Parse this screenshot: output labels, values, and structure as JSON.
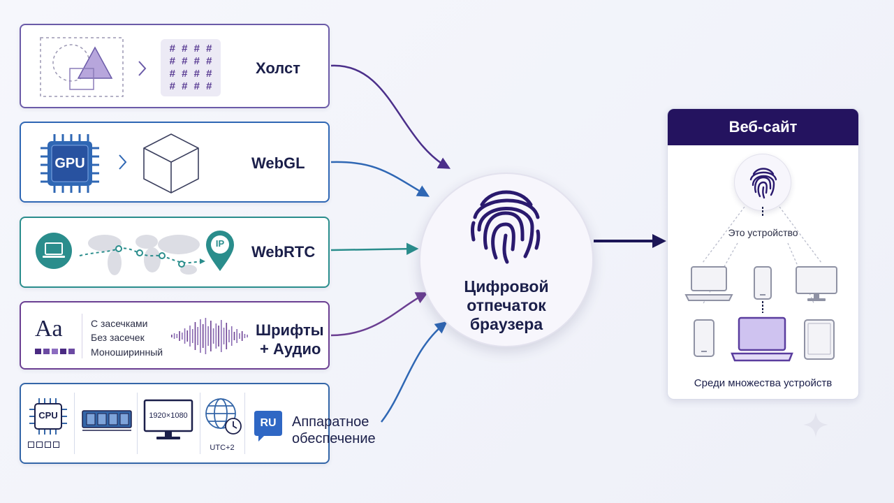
{
  "sources": {
    "canvas": {
      "label": "Холст",
      "grid_char": "#"
    },
    "webgl": {
      "label": "WebGL",
      "gpu_text": "GPU"
    },
    "webrtc": {
      "label": "WebRTC",
      "ip_text": "IP"
    },
    "fonts": {
      "label_line1": "Шрифты",
      "label_line2": "+ Аудио",
      "sample": "Aa",
      "font_list": [
        "С засечками",
        "Без засечек",
        "Моноширинный"
      ]
    },
    "hardware": {
      "label_line1": "Аппаратное",
      "label_line2": "обеспечение",
      "cpu_text": "CPU",
      "resolution": "1920×1080",
      "timezone": "UTC+2",
      "language": "RU"
    }
  },
  "center": {
    "title_lines": [
      "Цифровой",
      "отпечаток",
      "браузера"
    ]
  },
  "website": {
    "title": "Веб-сайт",
    "this_device": "Это устройство",
    "caption": "Среди множества устройств"
  },
  "colors": {
    "canvas": "#6b5ba8",
    "webgl": "#2f67b4",
    "webrtc": "#2a8d8c",
    "fonts": "#6b3f92",
    "hardware": "#3466a8",
    "header": "#24135f",
    "fingerprint": "#2a1a6e",
    "highlight": "#8b6fd6"
  },
  "icons": [
    "triangle-icon",
    "chevron-right-icon",
    "gpu-chip-icon",
    "cube-icon",
    "laptop-icon",
    "world-map-icon",
    "ip-pin-icon",
    "waveform-icon",
    "cpu-chip-icon",
    "ram-icon",
    "monitor-icon",
    "globe-clock-icon",
    "language-badge-icon",
    "fingerprint-icon",
    "arrow-right-icon",
    "phone-icon",
    "tablet-icon"
  ]
}
